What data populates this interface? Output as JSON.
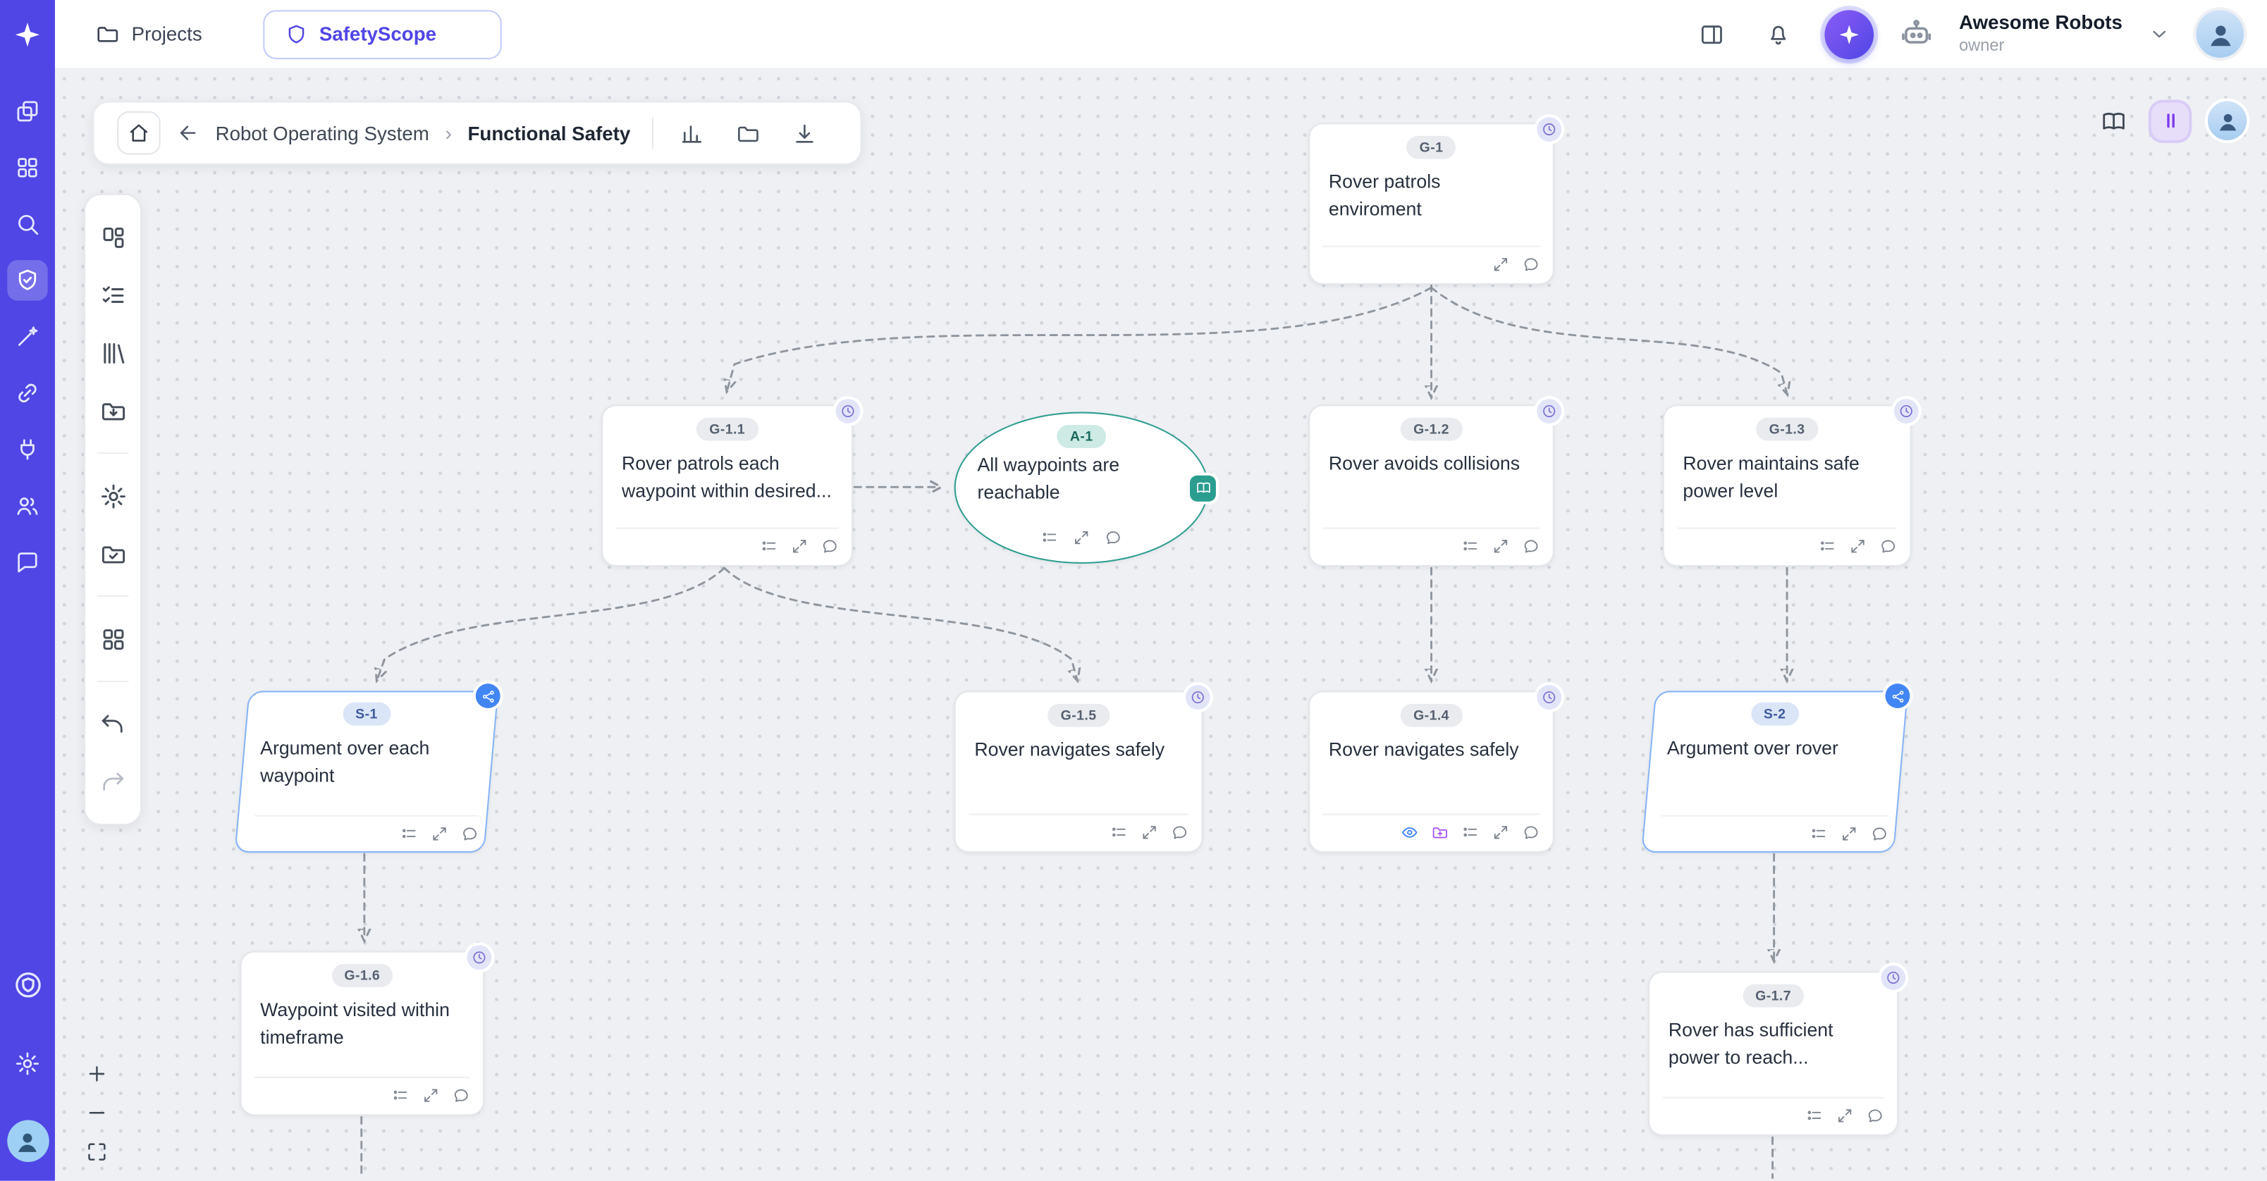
{
  "topbar": {
    "projects_label": "Projects",
    "app_name": "SafetyScope",
    "account": {
      "name": "Awesome Robots",
      "role": "owner"
    }
  },
  "toolbar": {
    "breadcrumb_parent": "Robot Operating System",
    "breadcrumb_separator": "›",
    "breadcrumb_current": "Functional Safety"
  },
  "sidebar": {
    "icons": [
      "projects",
      "apps",
      "search",
      "safety-shield",
      "magic-wand",
      "link",
      "plugin",
      "team",
      "chat",
      "beacon",
      "settings",
      "profile-avatar"
    ]
  },
  "palette": {
    "icons": [
      "layout",
      "list-checks",
      "library",
      "folder-import",
      "settings-gear",
      "folder-check",
      "blocks",
      "undo",
      "redo"
    ]
  },
  "colors": {
    "accent_indigo": "#4f46e5",
    "strategy_blue": "#4285f4",
    "assumption_teal": "#2a9d8f",
    "canvas_bg": "#eef0f3"
  },
  "diagram": {
    "nodes": [
      {
        "id": "G-1",
        "type": "goal",
        "label": "Rover patrols enviroment"
      },
      {
        "id": "G-1.1",
        "type": "goal",
        "label": "Rover patrols each waypoint within desired..."
      },
      {
        "id": "A-1",
        "type": "assumption",
        "label": "All waypoints are reachable"
      },
      {
        "id": "G-1.2",
        "type": "goal",
        "label": "Rover avoids collisions"
      },
      {
        "id": "G-1.3",
        "type": "goal",
        "label": "Rover maintains safe power level"
      },
      {
        "id": "S-1",
        "type": "strategy",
        "label": "Argument over each waypoint"
      },
      {
        "id": "G-1.5",
        "type": "goal",
        "label": "Rover navigates safely"
      },
      {
        "id": "G-1.4",
        "type": "goal",
        "label": "Rover navigates safely"
      },
      {
        "id": "S-2",
        "type": "strategy",
        "label": "Argument over rover"
      },
      {
        "id": "G-1.6",
        "type": "goal",
        "label": "Waypoint visited within timeframe"
      },
      {
        "id": "G-1.7",
        "type": "goal",
        "label": "Rover has sufficient power to reach..."
      }
    ],
    "edges": [
      [
        "G-1",
        "G-1.1"
      ],
      [
        "G-1",
        "G-1.2"
      ],
      [
        "G-1",
        "G-1.3"
      ],
      [
        "G-1.1",
        "A-1"
      ],
      [
        "G-1.1",
        "S-1"
      ],
      [
        "G-1.1",
        "G-1.5"
      ],
      [
        "G-1.2",
        "G-1.4"
      ],
      [
        "G-1.3",
        "S-2"
      ],
      [
        "S-1",
        "G-1.6"
      ],
      [
        "S-2",
        "G-1.7"
      ]
    ]
  }
}
